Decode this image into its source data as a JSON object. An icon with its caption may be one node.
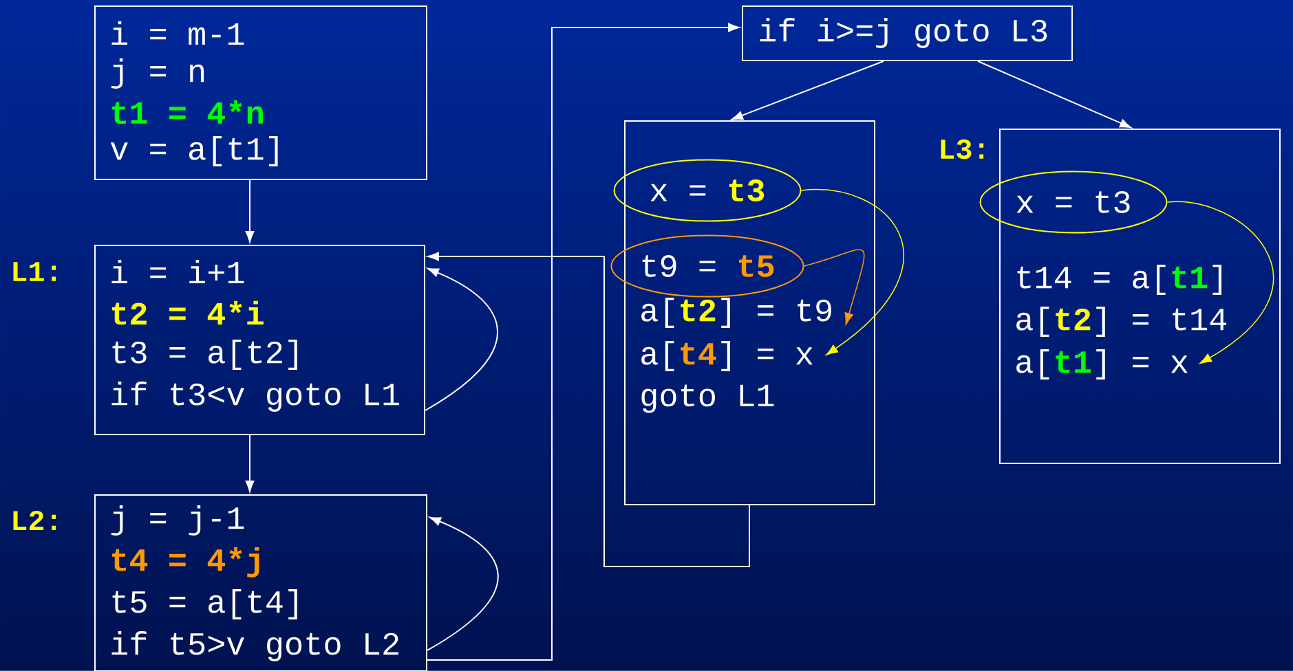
{
  "diagram": {
    "nodes": [
      {
        "text": [
          "i = m-1",
          "j = n",
          "t1 = 4*n",
          "v = a[t1]"
        ]
      },
      {
        "text": [
          "i = i+1",
          "t2 = 4*i",
          "t3 = a[t2]",
          "if t3<v goto L1"
        ],
        "beside": [
          "L1:"
        ]
      },
      {
        "text": [
          "j = j-1",
          "t4 = 4*j",
          "t5 = a[t4]",
          "if t5>v goto L2"
        ],
        "beside": [
          "L2:"
        ]
      },
      {
        "text": [
          "if i>=j goto L3"
        ]
      },
      {
        "text": [
          "goto L1"
        ]
      },
      {
        "text": [
          "x = **t3**"
        ],
        "in": 4
      },
      {
        "text": [
          "t9 = **t5**"
        ],
        "in": 4
      },
      {
        "text": [
          "a[**t2**] = t9"
        ],
        "in": 4
      },
      {
        "text": [
          "a[**t4**] = x"
        ],
        "in": 4
      },
      {
        "text": [
          "t14 = a[**t1**]",
          "a[**t2**] = t14"
        ],
        "beside": [
          "L3:"
        ]
      },
      {
        "text": [
          "x = t3"
        ],
        "in": 9
      },
      {
        "text": [
          "a[**t1**] = x"
        ],
        "in": 9
      }
    ],
    "edges": [
      {
        "from": 0,
        "to": 1,
        "arrow": "to"
      },
      {
        "from": 1,
        "to": 1,
        "arrow": "to"
      },
      {
        "from": 1,
        "to": 2,
        "arrow": "to"
      },
      {
        "from": 2,
        "to": 2,
        "arrow": "to"
      },
      {
        "from": 2,
        "to": 3,
        "arrow": "to"
      },
      {
        "from": 3,
        "to": 4,
        "arrow": "to"
      },
      {
        "from": 3,
        "to": 9,
        "arrow": "to"
      },
      {
        "from": 4,
        "to": 1,
        "arrow": "to"
      },
      {
        "from": 5,
        "to": 8,
        "arrow": "to",
        "color": "#ffff00"
      },
      {
        "from": 6,
        "to": 7,
        "arrow": "to",
        "color": "#ff9900"
      },
      {
        "from": 10,
        "to": 11,
        "arrow": "to",
        "color": "#ffff00"
      }
    ]
  }
}
